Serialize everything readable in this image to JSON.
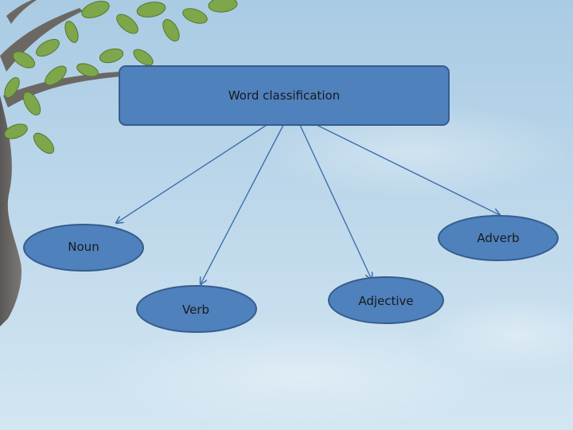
{
  "diagram": {
    "root": {
      "label": "Word classification"
    },
    "children": [
      {
        "id": "noun",
        "label": "Noun"
      },
      {
        "id": "verb",
        "label": "Verb"
      },
      {
        "id": "adjective",
        "label": "Adjective"
      },
      {
        "id": "adverb",
        "label": "Adverb"
      }
    ]
  },
  "colors": {
    "node_fill": "#4f81bd",
    "node_stroke": "#3a6494",
    "connector": "#3f6fae",
    "leaf_fill": "#3d6ea8",
    "leaf_light": "#8fb35a",
    "trunk": "#6a6763"
  }
}
